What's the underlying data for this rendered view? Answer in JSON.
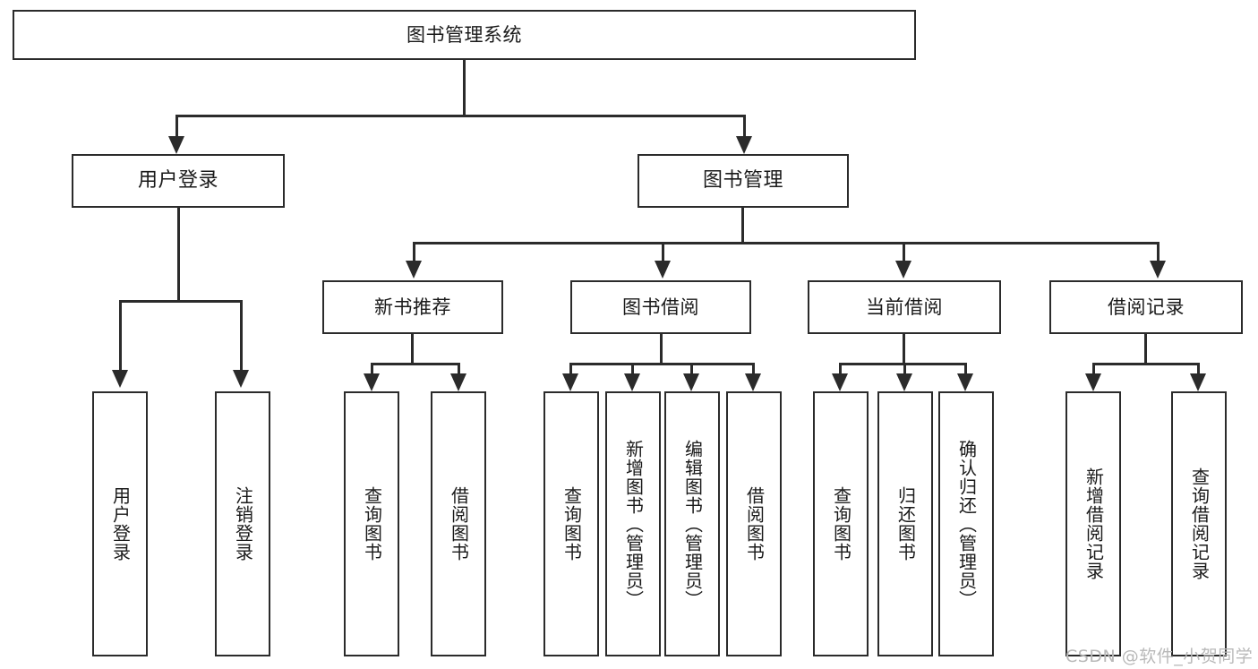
{
  "diagram": {
    "title": "图书管理系统",
    "watermark": "CSDN @软件_小贺同学",
    "root": {
      "label": "图书管理系统"
    },
    "level1": [
      {
        "key": "user_login",
        "label": "用户登录"
      },
      {
        "key": "book_manage",
        "label": "图书管理"
      }
    ],
    "level2": [
      {
        "key": "new_book_rec",
        "label": "新书推荐"
      },
      {
        "key": "book_borrow",
        "label": "图书借阅"
      },
      {
        "key": "current_borrow",
        "label": "当前借阅"
      },
      {
        "key": "borrow_record",
        "label": "借阅记录"
      }
    ],
    "leaves": {
      "user_login": [
        {
          "key": "leaf_user_login",
          "label": "用户登录"
        },
        {
          "key": "leaf_logout",
          "label": "注销登录"
        }
      ],
      "new_book_rec": [
        {
          "key": "leaf_query_book_1",
          "label": "查询图书"
        },
        {
          "key": "leaf_borrow_book_1",
          "label": "借阅图书"
        }
      ],
      "book_borrow": [
        {
          "key": "leaf_query_book_2",
          "label": "查询图书"
        },
        {
          "key": "leaf_add_book",
          "label": "新增图书（管理员）"
        },
        {
          "key": "leaf_edit_book",
          "label": "编辑图书（管理员）"
        },
        {
          "key": "leaf_borrow_book_2",
          "label": "借阅图书"
        }
      ],
      "current_borrow": [
        {
          "key": "leaf_query_book_3",
          "label": "查询图书"
        },
        {
          "key": "leaf_return_book",
          "label": "归还图书"
        },
        {
          "key": "leaf_confirm_return",
          "label": "确认归还（管理员）"
        }
      ],
      "borrow_record": [
        {
          "key": "leaf_add_record",
          "label": "新增借阅记录"
        },
        {
          "key": "leaf_query_record",
          "label": "查询借阅记录"
        }
      ]
    },
    "colors": {
      "stroke": "#2b2b2b",
      "fill": "#ffffff",
      "text": "#1a1a1a",
      "watermark": "#b9b9b9"
    }
  }
}
